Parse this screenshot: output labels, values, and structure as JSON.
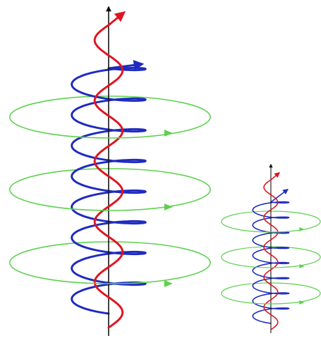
{
  "figure": {
    "background": "#ffffff",
    "colors": {
      "axis": "#111111",
      "red_helix": "#e0141f",
      "blue_helix": "#1f2bbf",
      "green_rings": "#5cd14e"
    },
    "panels": [
      {
        "id": "large",
        "ring_count": 3,
        "blue_turns": 8,
        "red_waves": 5
      },
      {
        "id": "small",
        "ring_count": 3,
        "blue_turns": 8,
        "red_waves": 5
      }
    ]
  }
}
